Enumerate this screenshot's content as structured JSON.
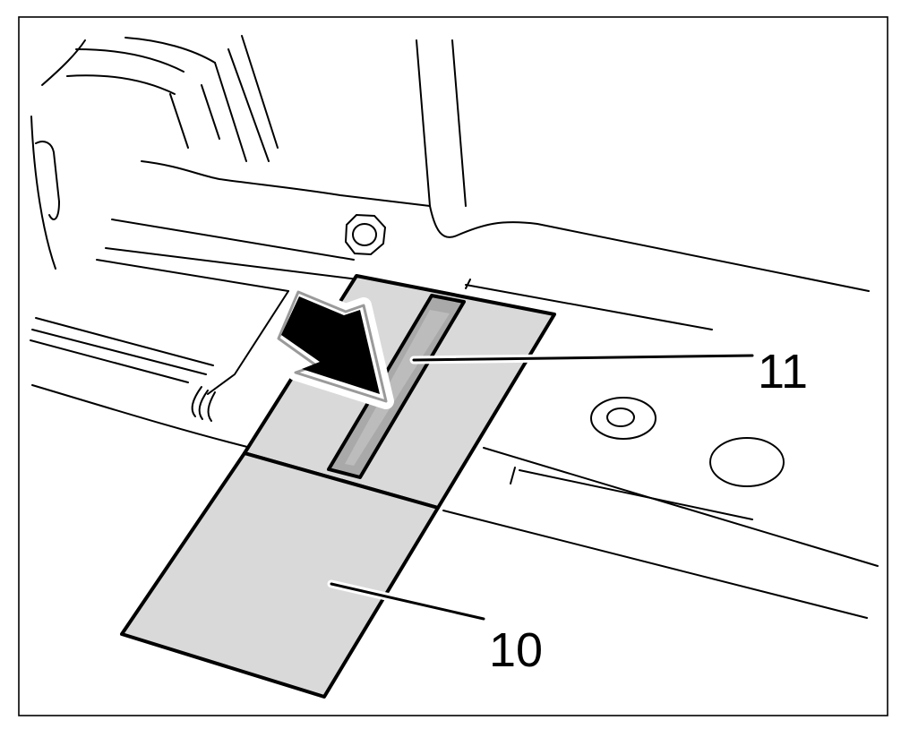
{
  "callouts": [
    {
      "id": "11",
      "label": "11",
      "part": "strip"
    },
    {
      "id": "10",
      "label": "10",
      "part": "panel"
    }
  ],
  "colors": {
    "line": "#000000",
    "fill_light": "#d9d9d9",
    "fill_dark": "#a9a9a9",
    "background": "#ffffff"
  },
  "icons": {
    "arrow": "direction-arrow-icon",
    "nut": "hex-nut-icon"
  }
}
